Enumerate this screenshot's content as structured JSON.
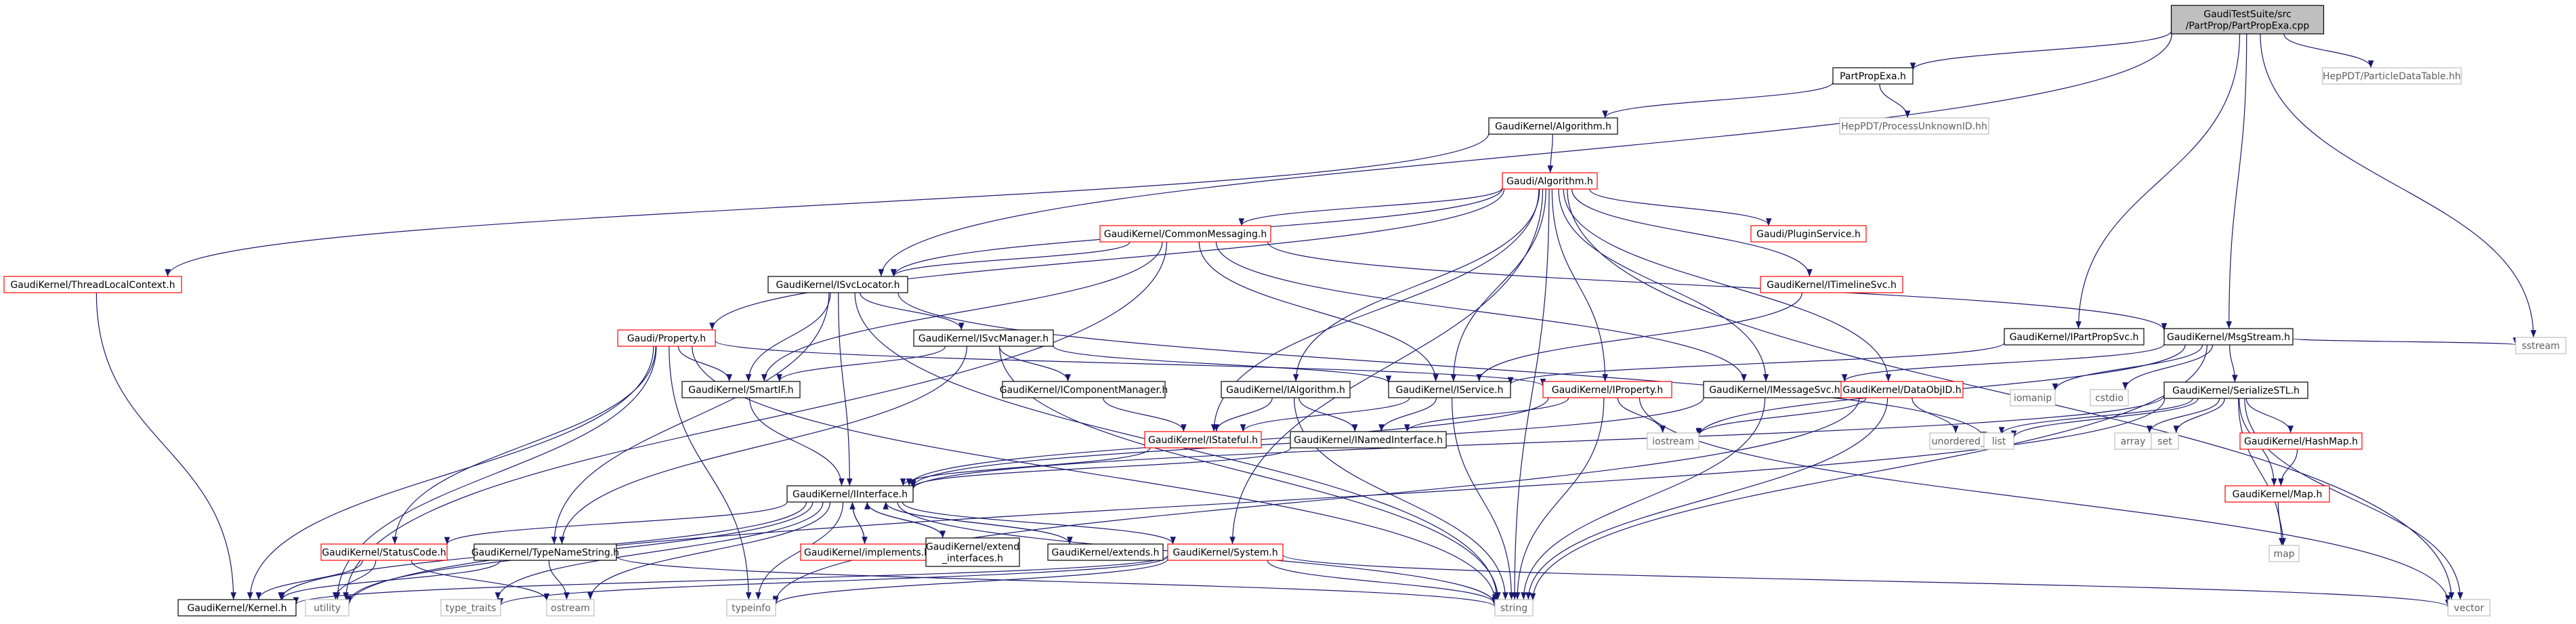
{
  "colors": {
    "edge": "#191970",
    "root_fill": "#bfbfbf",
    "red_border": "#ff0000",
    "black_border": "#000000",
    "grey_border": "#bfbfbf",
    "text": "#000000",
    "grey_text": "#606060"
  },
  "nodes": {
    "root": {
      "label": [
        "GaudiTestSuite/src",
        "/PartProp/PartPropExa.cpp"
      ],
      "style": "root"
    },
    "partpropexa_h": {
      "label": [
        "PartPropExa.h"
      ],
      "style": "black"
    },
    "particledatatable_h": {
      "label": [
        "HepPDT/ParticleDataTable.hh"
      ],
      "style": "grey"
    },
    "gk_algorithm_h": {
      "label": [
        "GaudiKernel/Algorithm.h"
      ],
      "style": "black"
    },
    "processunknownid_h": {
      "label": [
        "HepPDT/ProcessUnknownID.hh"
      ],
      "style": "grey"
    },
    "gaudi_algorithm_h": {
      "label": [
        "Gaudi/Algorithm.h"
      ],
      "style": "red"
    },
    "threadlocalcontext_h": {
      "label": [
        "GaudiKernel/ThreadLocalContext.h"
      ],
      "style": "red"
    },
    "commonmessaging_h": {
      "label": [
        "GaudiKernel/CommonMessaging.h"
      ],
      "style": "red"
    },
    "pluginservice_h": {
      "label": [
        "Gaudi/PluginService.h"
      ],
      "style": "red"
    },
    "isvclocator_h": {
      "label": [
        "GaudiKernel/ISvcLocator.h"
      ],
      "style": "black"
    },
    "itimelinesvc_h": {
      "label": [
        "GaudiKernel/ITimelineSvc.h"
      ],
      "style": "red"
    },
    "ipartpropsvc_h": {
      "label": [
        "GaudiKernel/IPartPropSvc.h"
      ],
      "style": "black"
    },
    "msgstream_h": {
      "label": [
        "GaudiKernel/MsgStream.h"
      ],
      "style": "black"
    },
    "sstream": {
      "label": [
        "sstream"
      ],
      "style": "grey"
    },
    "gaudi_property_h": {
      "label": [
        "Gaudi/Property.h"
      ],
      "style": "red"
    },
    "isvcmanager_h": {
      "label": [
        "GaudiKernel/ISvcManager.h"
      ],
      "style": "black"
    },
    "smartif_h": {
      "label": [
        "GaudiKernel/SmartIF.h"
      ],
      "style": "black"
    },
    "icomponentmanager_h": {
      "label": [
        "GaudiKernel/IComponentManager.h"
      ],
      "style": "black"
    },
    "ialgorithm_h": {
      "label": [
        "GaudiKernel/IAlgorithm.h"
      ],
      "style": "black"
    },
    "iservice_h": {
      "label": [
        "GaudiKernel/IService.h"
      ],
      "style": "black"
    },
    "iproperty_h": {
      "label": [
        "GaudiKernel/IProperty.h"
      ],
      "style": "red"
    },
    "imessagesvc_h": {
      "label": [
        "GaudiKernel/IMessageSvc.h"
      ],
      "style": "black"
    },
    "dataobjid_h": {
      "label": [
        "GaudiKernel/DataObjID.h"
      ],
      "style": "red"
    },
    "iomanip": {
      "label": [
        "iomanip"
      ],
      "style": "grey"
    },
    "cstdio": {
      "label": [
        "cstdio"
      ],
      "style": "grey"
    },
    "serializestl_h": {
      "label": [
        "GaudiKernel/SerializeSTL.h"
      ],
      "style": "black"
    },
    "istateful_h": {
      "label": [
        "GaudiKernel/IStateful.h"
      ],
      "style": "red"
    },
    "inamedinterface_h": {
      "label": [
        "GaudiKernel/INamedInterface.h"
      ],
      "style": "black"
    },
    "iostream": {
      "label": [
        "iostream"
      ],
      "style": "grey"
    },
    "unordered_set": {
      "label": [
        "unordered_set"
      ],
      "style": "grey"
    },
    "list": {
      "label": [
        "list"
      ],
      "style": "grey"
    },
    "array": {
      "label": [
        "array"
      ],
      "style": "grey"
    },
    "set": {
      "label": [
        "set"
      ],
      "style": "grey"
    },
    "hashmap_h": {
      "label": [
        "GaudiKernel/HashMap.h"
      ],
      "style": "red"
    },
    "map_h": {
      "label": [
        "GaudiKernel/Map.h"
      ],
      "style": "red"
    },
    "interface_h": {
      "label": [
        "GaudiKernel/IInterface.h"
      ],
      "style": "black"
    },
    "statuscode_h": {
      "label": [
        "GaudiKernel/StatusCode.h"
      ],
      "style": "red"
    },
    "typenamestring_h": {
      "label": [
        "GaudiKernel/TypeNameString.h"
      ],
      "style": "black"
    },
    "implements_h": {
      "label": [
        "GaudiKernel/implements.h"
      ],
      "style": "red"
    },
    "extend_interfaces_h": {
      "label": [
        "GaudiKernel/extend",
        "_interfaces.h"
      ],
      "style": "black"
    },
    "extends_h": {
      "label": [
        "GaudiKernel/extends.h"
      ],
      "style": "black"
    },
    "system_h": {
      "label": [
        "GaudiKernel/System.h"
      ],
      "style": "red"
    },
    "map": {
      "label": [
        "map"
      ],
      "style": "grey"
    },
    "kernel_h": {
      "label": [
        "GaudiKernel/Kernel.h"
      ],
      "style": "black"
    },
    "utility": {
      "label": [
        "utility"
      ],
      "style": "grey"
    },
    "type_traits": {
      "label": [
        "type_traits"
      ],
      "style": "grey"
    },
    "ostream": {
      "label": [
        "ostream"
      ],
      "style": "grey"
    },
    "typeinfo": {
      "label": [
        "typeinfo"
      ],
      "style": "grey"
    },
    "string": {
      "label": [
        "string"
      ],
      "style": "grey"
    },
    "vector": {
      "label": [
        "vector"
      ],
      "style": "grey"
    }
  },
  "edges": [
    [
      "root",
      "partpropexa_h"
    ],
    [
      "root",
      "particledatatable_h"
    ],
    [
      "root",
      "isvclocator_h"
    ],
    [
      "root",
      "ipartpropsvc_h"
    ],
    [
      "root",
      "msgstream_h"
    ],
    [
      "root",
      "sstream"
    ],
    [
      "partpropexa_h",
      "gk_algorithm_h"
    ],
    [
      "partpropexa_h",
      "processunknownid_h"
    ],
    [
      "gk_algorithm_h",
      "gaudi_algorithm_h"
    ],
    [
      "gk_algorithm_h",
      "threadlocalcontext_h"
    ],
    [
      "gaudi_algorithm_h",
      "commonmessaging_h"
    ],
    [
      "gaudi_algorithm_h",
      "pluginservice_h"
    ],
    [
      "gaudi_algorithm_h",
      "isvclocator_h"
    ],
    [
      "gaudi_algorithm_h",
      "itimelinesvc_h"
    ],
    [
      "gaudi_algorithm_h",
      "gaudi_property_h"
    ],
    [
      "gaudi_algorithm_h",
      "ialgorithm_h"
    ],
    [
      "gaudi_algorithm_h",
      "iservice_h"
    ],
    [
      "gaudi_algorithm_h",
      "iproperty_h"
    ],
    [
      "gaudi_algorithm_h",
      "imessagesvc_h"
    ],
    [
      "gaudi_algorithm_h",
      "dataobjid_h"
    ],
    [
      "gaudi_algorithm_h",
      "istateful_h"
    ],
    [
      "gaudi_algorithm_h",
      "system_h"
    ],
    [
      "gaudi_algorithm_h",
      "string"
    ],
    [
      "gaudi_algorithm_h",
      "vector"
    ],
    [
      "threadlocalcontext_h",
      "kernel_h"
    ],
    [
      "commonmessaging_h",
      "isvclocator_h"
    ],
    [
      "commonmessaging_h",
      "msgstream_h"
    ],
    [
      "commonmessaging_h",
      "iservice_h"
    ],
    [
      "commonmessaging_h",
      "smartif_h"
    ],
    [
      "commonmessaging_h",
      "imessagesvc_h"
    ],
    [
      "commonmessaging_h",
      "utility"
    ],
    [
      "isvclocator_h",
      "isvcmanager_h"
    ],
    [
      "isvclocator_h",
      "smartif_h"
    ],
    [
      "isvclocator_h",
      "interface_h"
    ],
    [
      "isvclocator_h",
      "typenamestring_h"
    ],
    [
      "isvclocator_h",
      "list"
    ],
    [
      "isvclocator_h",
      "string"
    ],
    [
      "itimelinesvc_h",
      "iservice_h"
    ],
    [
      "ipartpropsvc_h",
      "iservice_h"
    ],
    [
      "msgstream_h",
      "iostream"
    ],
    [
      "msgstream_h",
      "iomanip"
    ],
    [
      "msgstream_h",
      "cstdio"
    ],
    [
      "msgstream_h",
      "serializestl_h"
    ],
    [
      "msgstream_h",
      "imessagesvc_h"
    ],
    [
      "msgstream_h",
      "sstream"
    ],
    [
      "msgstream_h",
      "string"
    ],
    [
      "gaudi_property_h",
      "smartif_h"
    ],
    [
      "gaudi_property_h",
      "iproperty_h"
    ],
    [
      "gaudi_property_h",
      "kernel_h"
    ],
    [
      "gaudi_property_h",
      "typeinfo"
    ],
    [
      "gaudi_property_h",
      "utility"
    ],
    [
      "gaudi_property_h",
      "string"
    ],
    [
      "gaudi_property_h",
      "statuscode_h"
    ],
    [
      "isvcmanager_h",
      "smartif_h"
    ],
    [
      "isvcmanager_h",
      "icomponentmanager_h"
    ],
    [
      "isvcmanager_h",
      "iservice_h"
    ],
    [
      "isvcmanager_h",
      "string"
    ],
    [
      "isvcmanager_h",
      "typenamestring_h"
    ],
    [
      "smartif_h",
      "interface_h"
    ],
    [
      "icomponentmanager_h",
      "istateful_h"
    ],
    [
      "ialgorithm_h",
      "istateful_h"
    ],
    [
      "ialgorithm_h",
      "inamedinterface_h"
    ],
    [
      "ialgorithm_h",
      "string"
    ],
    [
      "iservice_h",
      "istateful_h"
    ],
    [
      "iservice_h",
      "inamedinterface_h"
    ],
    [
      "iservice_h",
      "string"
    ],
    [
      "iproperty_h",
      "inamedinterface_h"
    ],
    [
      "iproperty_h",
      "interface_h"
    ],
    [
      "iproperty_h",
      "iostream"
    ],
    [
      "iproperty_h",
      "string"
    ],
    [
      "iproperty_h",
      "vector"
    ],
    [
      "imessagesvc_h",
      "interface_h"
    ],
    [
      "imessagesvc_h",
      "string"
    ],
    [
      "dataobjid_h",
      "string"
    ],
    [
      "dataobjid_h",
      "iostream"
    ],
    [
      "dataobjid_h",
      "unordered_set"
    ],
    [
      "dataobjid_h",
      "typeinfo"
    ],
    [
      "serializestl_h",
      "interface_h"
    ],
    [
      "serializestl_h",
      "map_h"
    ],
    [
      "serializestl_h",
      "hashmap_h"
    ],
    [
      "serializestl_h",
      "array"
    ],
    [
      "serializestl_h",
      "set"
    ],
    [
      "serializestl_h",
      "list"
    ],
    [
      "serializestl_h",
      "unordered_set"
    ],
    [
      "serializestl_h",
      "map"
    ],
    [
      "serializestl_h",
      "vector"
    ],
    [
      "serializestl_h",
      "utility"
    ],
    [
      "istateful_h",
      "interface_h"
    ],
    [
      "inamedinterface_h",
      "interface_h"
    ],
    [
      "hashmap_h",
      "map_h"
    ],
    [
      "map_h",
      "map"
    ],
    [
      "interface_h",
      "statuscode_h"
    ],
    [
      "interface_h",
      "implements_h"
    ],
    [
      "interface_h",
      "extend_interfaces_h"
    ],
    [
      "interface_h",
      "extends_h"
    ],
    [
      "interface_h",
      "system_h"
    ],
    [
      "interface_h",
      "kernel_h"
    ],
    [
      "interface_h",
      "utility"
    ],
    [
      "interface_h",
      "type_traits"
    ],
    [
      "interface_h",
      "ostream"
    ],
    [
      "interface_h",
      "typeinfo"
    ],
    [
      "interface_h",
      "string"
    ],
    [
      "implements_h",
      "interface_h"
    ],
    [
      "extend_interfaces_h",
      "interface_h"
    ],
    [
      "extends_h",
      "interface_h"
    ],
    [
      "statuscode_h",
      "kernel_h"
    ],
    [
      "statuscode_h",
      "utility"
    ],
    [
      "statuscode_h",
      "ostream"
    ],
    [
      "typenamestring_h",
      "kernel_h"
    ],
    [
      "typenamestring_h",
      "string"
    ],
    [
      "typenamestring_h",
      "ostream"
    ],
    [
      "system_h",
      "string"
    ],
    [
      "system_h",
      "vector"
    ],
    [
      "system_h",
      "typeinfo"
    ],
    [
      "system_h",
      "type_traits"
    ],
    [
      "system_h",
      "kernel_h"
    ]
  ]
}
